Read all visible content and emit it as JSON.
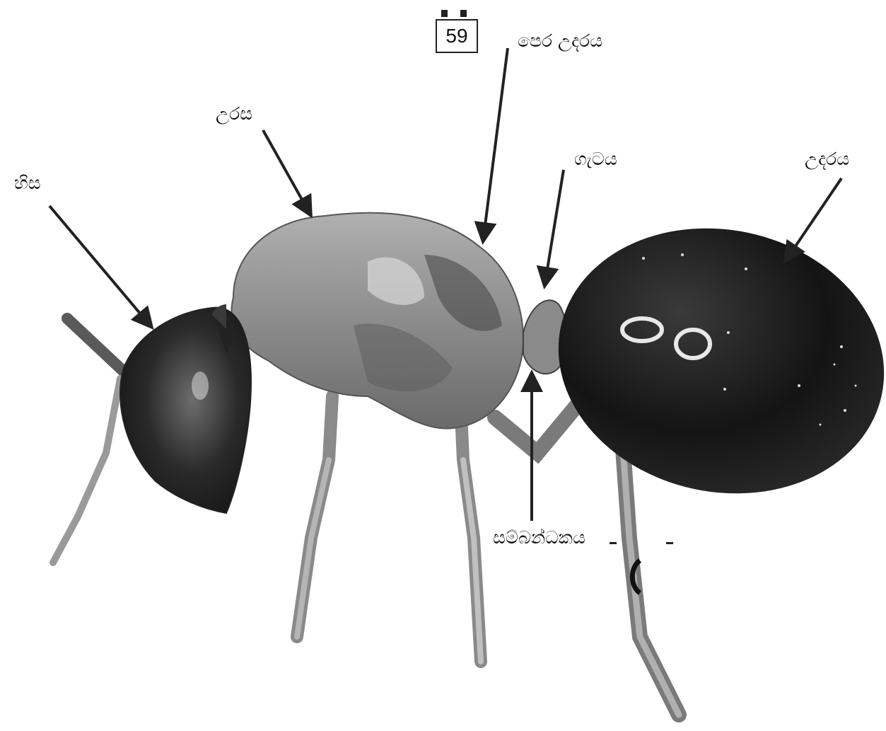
{
  "page": {
    "number": "59"
  },
  "labels": {
    "head": "හිස",
    "thorax": "උරස",
    "front_abdomen": "පෙර උදරය",
    "petiole_node": "ගැටය",
    "abdomen": "උදරය",
    "connector": "සම්බන්ධකය"
  },
  "colors": {
    "ink": "#111111",
    "body_dark": "#151515",
    "body_mid": "#7a7a7a",
    "background": "#ffffff"
  }
}
